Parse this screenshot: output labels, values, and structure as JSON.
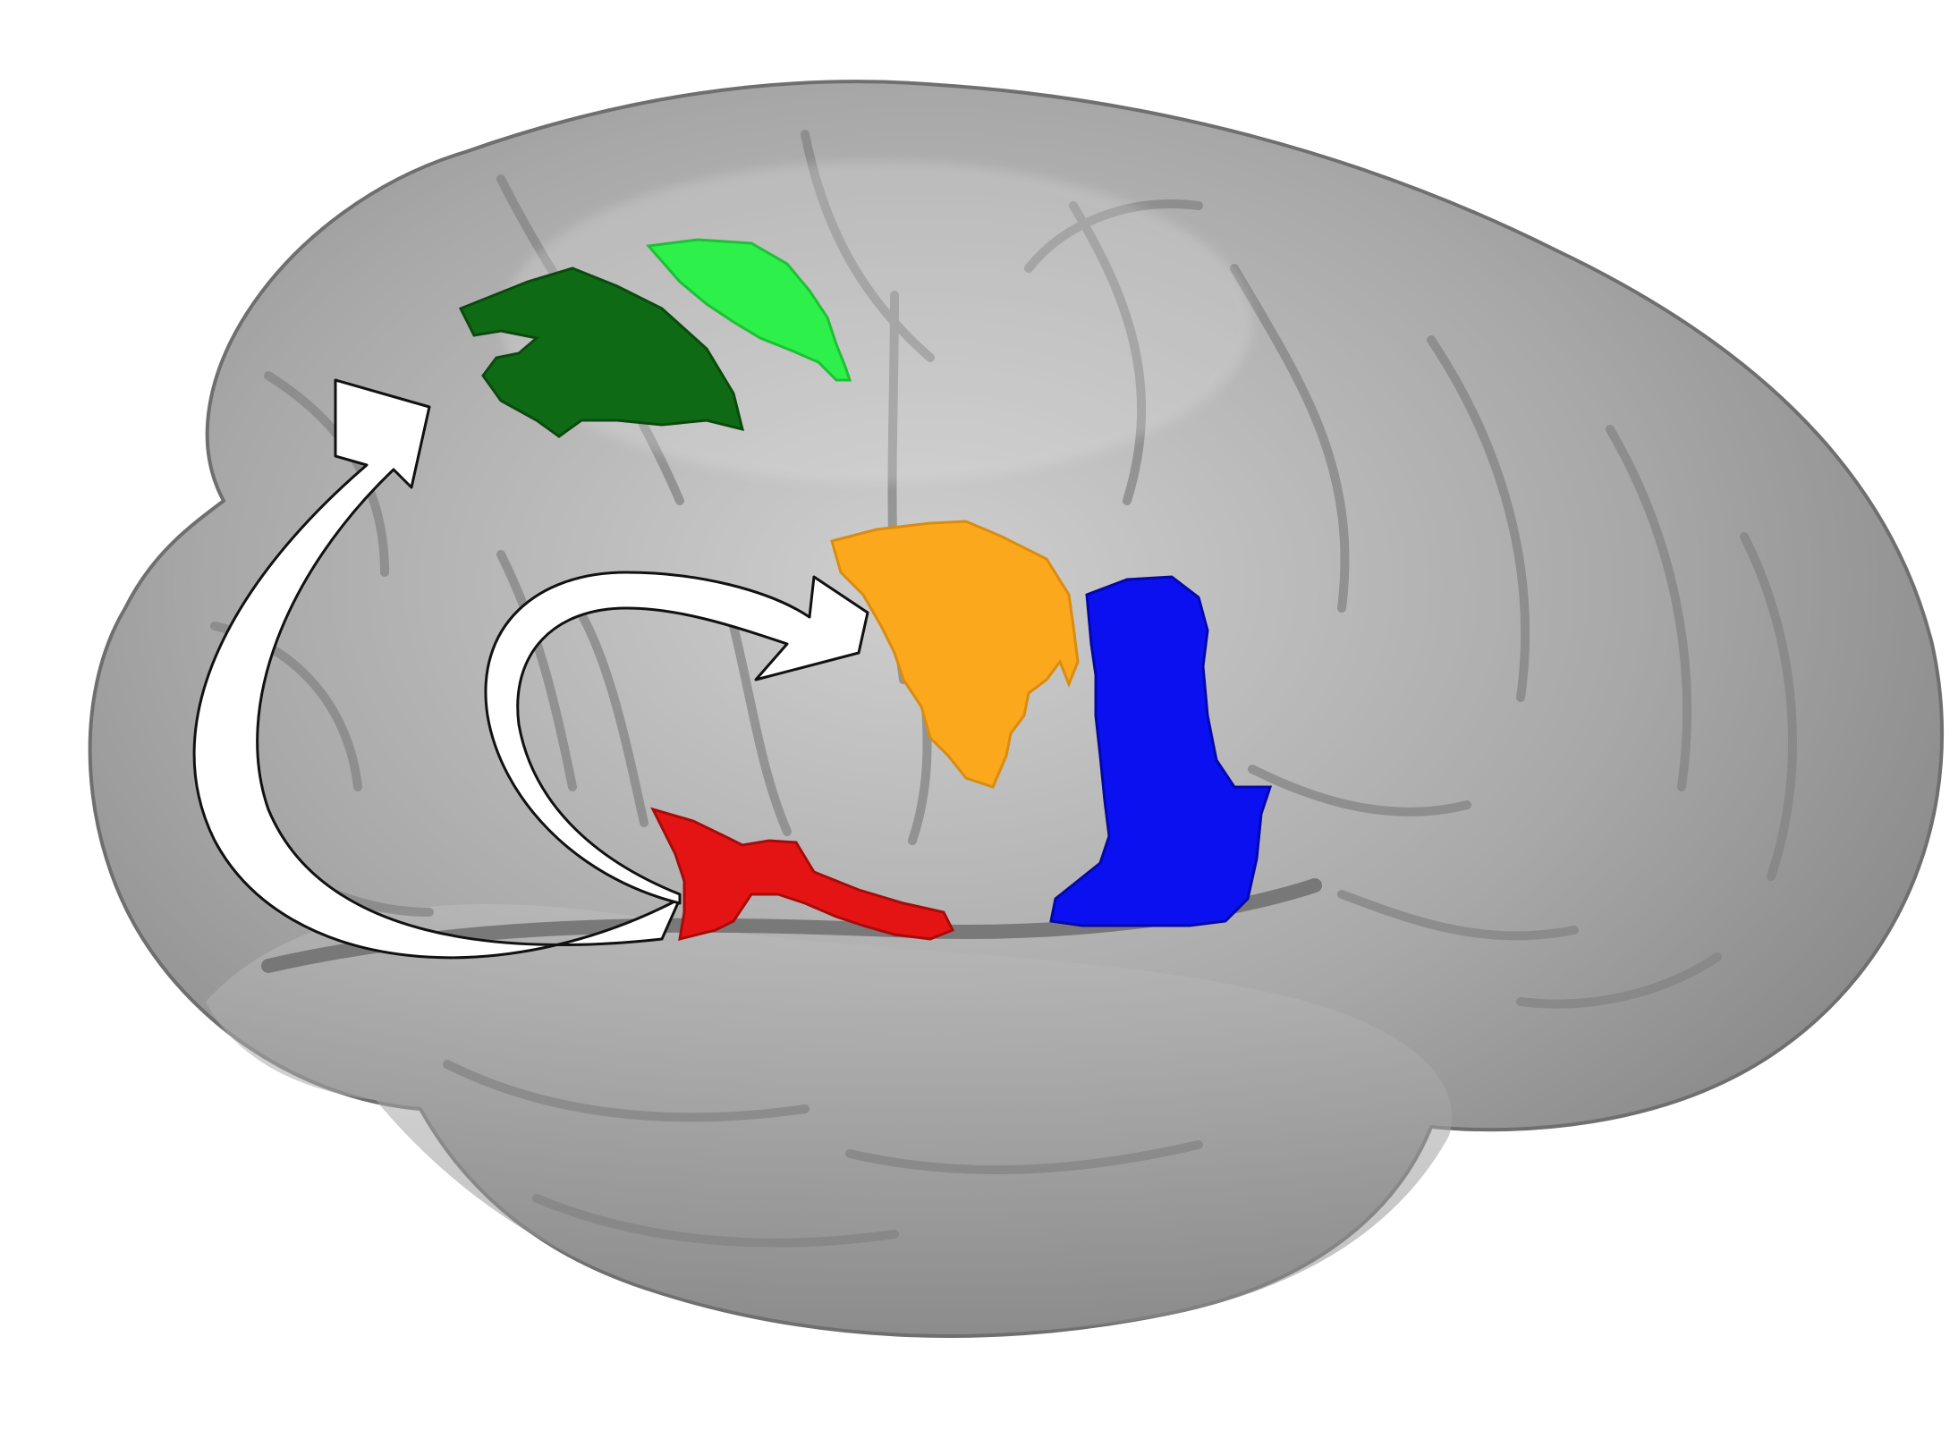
{
  "figure": {
    "background": "#ffffff",
    "surface": {
      "base_color": "#a8a8a8",
      "light_color": "#cfcfcf",
      "shade_color": "#7e7e7e",
      "outline_color": "#6f6f6f"
    },
    "regions": [
      {
        "id": "dorsal-premotor",
        "color": "#0f6a15",
        "edge": "#0a4a0e"
      },
      {
        "id": "motor-strip",
        "color": "#2df04a",
        "edge": "#1fbf36"
      },
      {
        "id": "ventral-area",
        "color": "#fba81d",
        "edge": "#d98c0f"
      },
      {
        "id": "parietal-area",
        "color": "#0a10f0",
        "edge": "#0508a8"
      },
      {
        "id": "temporal-area",
        "color": "#e51414",
        "edge": "#a80a0a"
      }
    ],
    "arrows": [
      {
        "id": "dorsal-stream",
        "from": "temporal-area",
        "to": "dorsal-premotor",
        "fill": "#ffffff",
        "stroke": "#111111"
      },
      {
        "id": "ventral-stream",
        "from": "temporal-area",
        "to": "ventral-area",
        "fill": "#ffffff",
        "stroke": "#111111"
      }
    ]
  }
}
